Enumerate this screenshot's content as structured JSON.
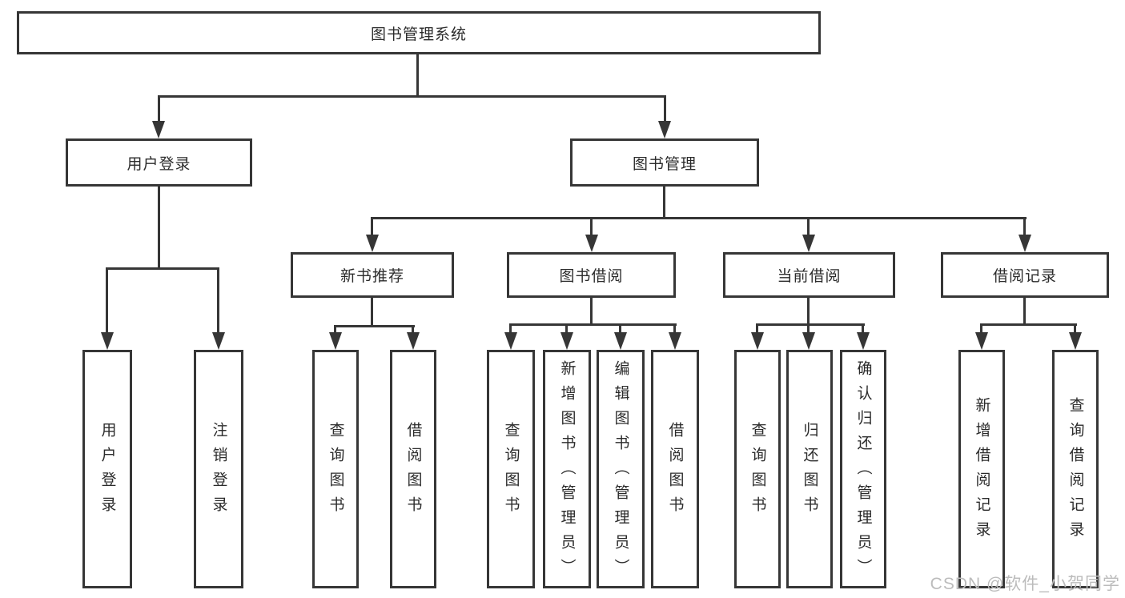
{
  "diagram_type": "hierarchy-tree",
  "hierarchy": {
    "label": "图书管理系统",
    "children": [
      {
        "label": "用户登录",
        "children": [
          {
            "label": "用户登录"
          },
          {
            "label": "注销登录"
          }
        ]
      },
      {
        "label": "图书管理",
        "children": [
          {
            "label": "新书推荐",
            "children": [
              {
                "label": "查询图书"
              },
              {
                "label": "借阅图书"
              }
            ]
          },
          {
            "label": "图书借阅",
            "children": [
              {
                "label": "查询图书"
              },
              {
                "label": "新增图书（管理员）"
              },
              {
                "label": "编辑图书（管理员）"
              },
              {
                "label": "借阅图书"
              }
            ]
          },
          {
            "label": "当前借阅",
            "children": [
              {
                "label": "查询图书"
              },
              {
                "label": "归还图书"
              },
              {
                "label": "确认归还（管理员）"
              }
            ]
          },
          {
            "label": "借阅记录",
            "children": [
              {
                "label": "新增借阅记录"
              },
              {
                "label": "查询借阅记录"
              }
            ]
          }
        ]
      }
    ]
  },
  "watermark": {
    "text": "CSDN @软件_小贺同学"
  },
  "colors": {
    "line": "#363636",
    "box_border": "#363636",
    "text": "#2b2b2b",
    "background": "#ffffff",
    "watermark": "#bcbcbc"
  }
}
